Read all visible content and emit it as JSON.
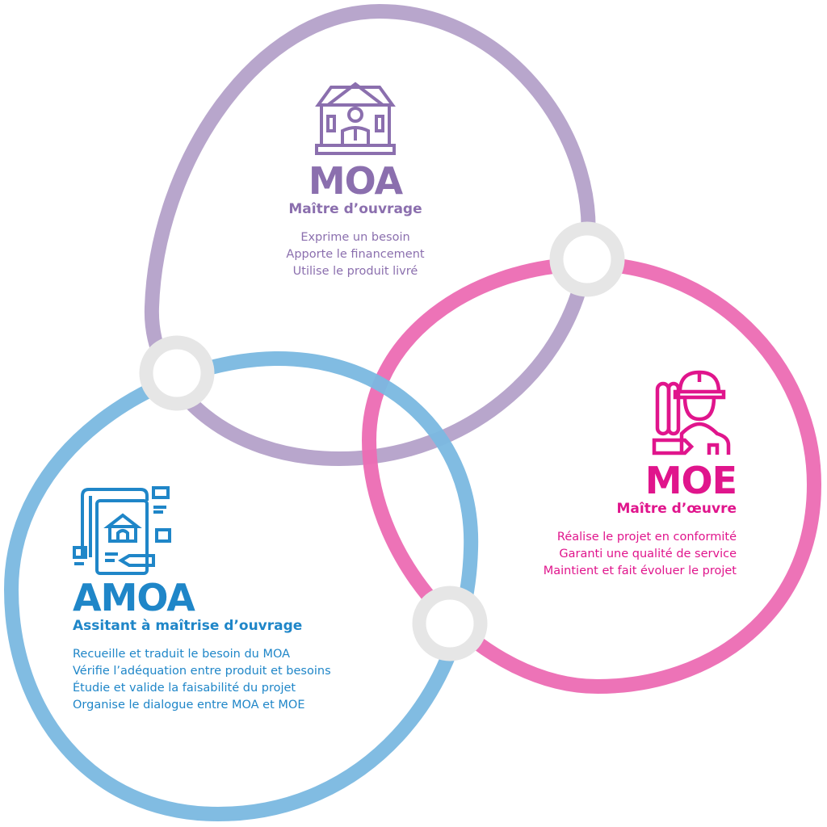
{
  "colors": {
    "moa": "#b8a6cc",
    "moe": "#ec6bb3",
    "amoa": "#7ab8e0",
    "ring": "#e6e6e6",
    "moa_text": "#8b6fae",
    "moe_text": "#e0158c",
    "amoa_text": "#1f86c8"
  },
  "moa": {
    "icon": "house-person-icon",
    "title": "MOA",
    "subtitle": "Maître d’ouvrage",
    "lines": [
      "Exprime un besoin",
      "Apporte le financement",
      "Utilise le produit livré"
    ]
  },
  "moe": {
    "icon": "engineer-hardhat-icon",
    "title": "MOE",
    "subtitle": "Maître d’œuvre",
    "lines": [
      "Réalise le projet en conformité",
      "Garanti une qualité de service",
      "Maintient et fait évoluer le projet"
    ]
  },
  "amoa": {
    "icon": "blueprint-document-icon",
    "title": "AMOA",
    "subtitle": "Assitant à maîtrise d’ouvrage",
    "lines": [
      "Recueille et traduit le besoin du MOA",
      "Vérifie l’adéquation entre produit et besoins",
      "Étudie et valide la faisabilité du projet",
      "Organise le dialogue entre MOA et MOE"
    ]
  }
}
